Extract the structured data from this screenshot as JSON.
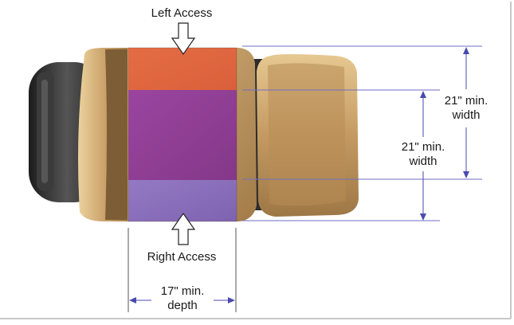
{
  "labels": {
    "left_access": "Left Access",
    "right_access": "Right Access",
    "width_outer_line1": "21\" min.",
    "width_outer_line2": "width",
    "width_inner_line1": "21\" min.",
    "width_inner_line2": "width",
    "depth_line1": "17\" min.",
    "depth_line2": "depth"
  },
  "colors": {
    "left_access_zone": "#e0653f",
    "center_zone": "#8e3d94",
    "right_access_zone": "#8b6fbb",
    "cushion": "#c8a067",
    "cushion_light": "#e9cc93",
    "cushion_dark": "#7f6038",
    "tire": "#2a2a2a",
    "dimension_line": "#6e6ec4"
  }
}
